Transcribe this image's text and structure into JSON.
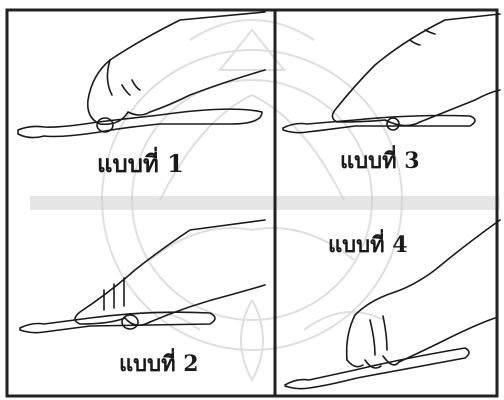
{
  "panels": [
    {
      "label": "แบบที่ 1"
    },
    {
      "label": "แบบที่ 2"
    },
    {
      "label": "แบบที่ 3"
    },
    {
      "label": "แบบที่ 4"
    }
  ],
  "watermark": {
    "kind": "university-seal",
    "text": ""
  },
  "colors": {
    "ink": "#1a1a1a",
    "border": "#222222",
    "watermark": "#c9c9c9",
    "background": "#ffffff"
  }
}
